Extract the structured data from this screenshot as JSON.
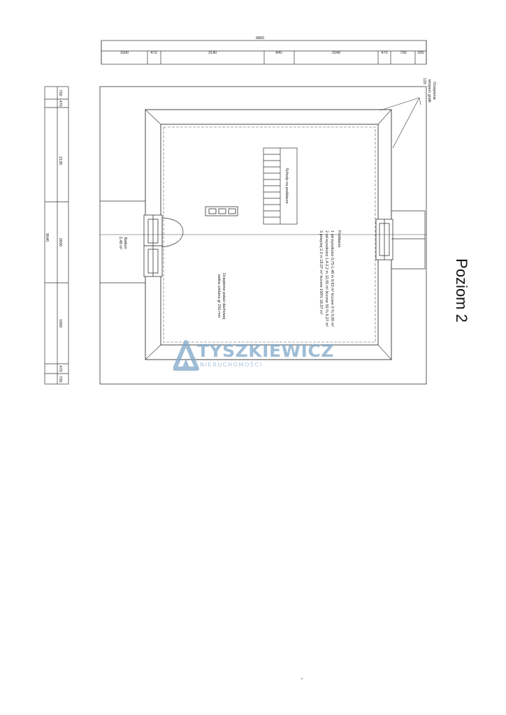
{
  "plan": {
    "title": "Poziom 2",
    "top_total": "9860",
    "top_segments": [
      "1600",
      "470",
      "3140",
      "840",
      "2540",
      "470",
      "700",
      "300"
    ],
    "left_total": "9040",
    "left_segments": [
      "700",
      "470",
      "2130",
      "2600",
      "1900",
      "470",
      "700"
    ],
    "insulation_callout": [
      "Ocieplenie",
      "stropem grafit",
      "120"
    ],
    "stairs_label": "Schody na poddasze",
    "balcony": [
      "Balkon",
      "3,48 m²"
    ],
    "roof_note": [
      "Ocieplenie połaci dachowej",
      "wełna szklana gr 250 mm"
    ],
    "attic": {
      "heading": "Poddasze",
      "lines": [
        "1 od wysokości 0,75-1,48 m  9,93 m² liczone 0 %  0,00 m²",
        "2 od wysokości 1,4-2,2 m  12,55 m² liczone 50 %  6,27 m²",
        "3 powyżej 2,2 m  18,07 m² liczone 100%  18,07 m²"
      ]
    }
  },
  "watermark": {
    "brand": "TYSZKIEWICZ",
    "sub": "NIERUCHOMOŚCI",
    "color": "#7fa7c9"
  }
}
